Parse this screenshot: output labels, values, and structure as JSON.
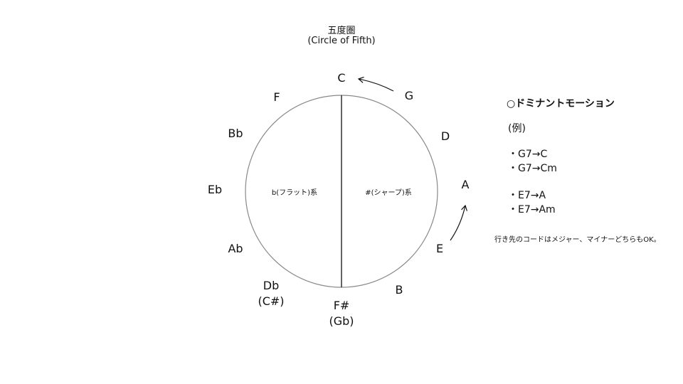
{
  "title": {
    "main": "五度圏",
    "sub": "(Circle of Fifth)"
  },
  "circle": {
    "flat_side_label": "b(フラット)系",
    "sharp_side_label": "#(シャープ)系",
    "notes": [
      {
        "id": "c",
        "lines": [
          "C"
        ]
      },
      {
        "id": "g",
        "lines": [
          "G"
        ]
      },
      {
        "id": "d",
        "lines": [
          "D"
        ]
      },
      {
        "id": "a",
        "lines": [
          "A"
        ]
      },
      {
        "id": "e",
        "lines": [
          "E"
        ]
      },
      {
        "id": "b",
        "lines": [
          "B"
        ]
      },
      {
        "id": "fs",
        "lines": [
          "F#",
          "(Gb)"
        ]
      },
      {
        "id": "db",
        "lines": [
          "Db",
          "(C#)"
        ]
      },
      {
        "id": "ab",
        "lines": [
          "Ab"
        ]
      },
      {
        "id": "eb",
        "lines": [
          "Eb"
        ]
      },
      {
        "id": "bb",
        "lines": [
          "Bb"
        ]
      },
      {
        "id": "f",
        "lines": [
          "F"
        ]
      }
    ]
  },
  "panel": {
    "heading": "○ドミナントモーション",
    "example_label": "(例)",
    "examples": [
      "・G7→C",
      "・G7→Cm",
      "・E7→A",
      "・E7→Am"
    ],
    "footnote": "行き先のコードはメジャー、マイナーどちらもOK。"
  }
}
